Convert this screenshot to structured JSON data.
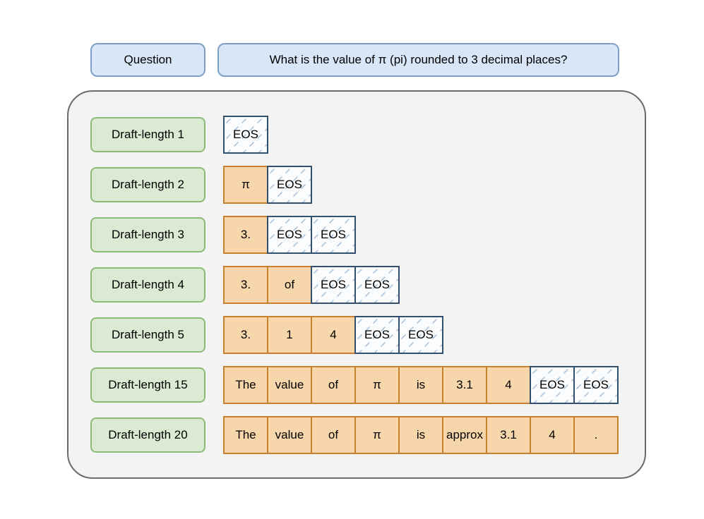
{
  "question": {
    "label": "Question",
    "text": "What is the value of π (pi) rounded to 3 decimal places?"
  },
  "rows": [
    {
      "label": "Draft-length 1",
      "tokens": [
        {
          "text": "EOS",
          "type": "eos"
        }
      ]
    },
    {
      "label": "Draft-length 2",
      "tokens": [
        {
          "text": "π",
          "type": "accepted"
        },
        {
          "text": "EOS",
          "type": "eos"
        }
      ]
    },
    {
      "label": "Draft-length 3",
      "tokens": [
        {
          "text": "3.",
          "type": "accepted"
        },
        {
          "text": "EOS",
          "type": "eos"
        },
        {
          "text": "EOS",
          "type": "eos"
        }
      ]
    },
    {
      "label": "Draft-length 4",
      "tokens": [
        {
          "text": "3.",
          "type": "accepted"
        },
        {
          "text": "of",
          "type": "accepted"
        },
        {
          "text": "EOS",
          "type": "eos"
        },
        {
          "text": "EOS",
          "type": "eos"
        }
      ]
    },
    {
      "label": "Draft-length 5",
      "tokens": [
        {
          "text": "3.",
          "type": "accepted"
        },
        {
          "text": "1",
          "type": "accepted"
        },
        {
          "text": "4",
          "type": "accepted"
        },
        {
          "text": "EOS",
          "type": "eos"
        },
        {
          "text": "EOS",
          "type": "eos"
        }
      ]
    },
    {
      "label": "Draft-length 15",
      "tokens": [
        {
          "text": "The",
          "type": "accepted"
        },
        {
          "text": "value",
          "type": "accepted"
        },
        {
          "text": "of",
          "type": "accepted"
        },
        {
          "text": "π",
          "type": "accepted"
        },
        {
          "text": "is",
          "type": "accepted"
        },
        {
          "text": "3.1",
          "type": "accepted"
        },
        {
          "text": "4",
          "type": "accepted"
        },
        {
          "text": "EOS",
          "type": "eos"
        },
        {
          "text": "EOS",
          "type": "eos"
        }
      ]
    },
    {
      "label": "Draft-length 20",
      "tokens": [
        {
          "text": "The",
          "type": "accepted"
        },
        {
          "text": "value",
          "type": "accepted"
        },
        {
          "text": "of",
          "type": "accepted"
        },
        {
          "text": "π",
          "type": "accepted"
        },
        {
          "text": "is",
          "type": "accepted"
        },
        {
          "text": "approx",
          "type": "accepted"
        },
        {
          "text": "3.1",
          "type": "accepted"
        },
        {
          "text": "4",
          "type": "accepted"
        },
        {
          "text": ".",
          "type": "accepted"
        }
      ]
    }
  ],
  "colors": {
    "question_fill": "#d8e6f7",
    "question_border": "#7f9fc6",
    "label_fill": "#dbead2",
    "label_border": "#8cba77",
    "accepted_fill": "#f8d6ab",
    "accepted_border": "#c6812f",
    "eos_fill": "#fbfcfd",
    "eos_border": "#31506d",
    "eos_hatch": "#adc6dc",
    "panel_fill": "#f2f3f2",
    "panel_border": "#6b6b6b"
  }
}
